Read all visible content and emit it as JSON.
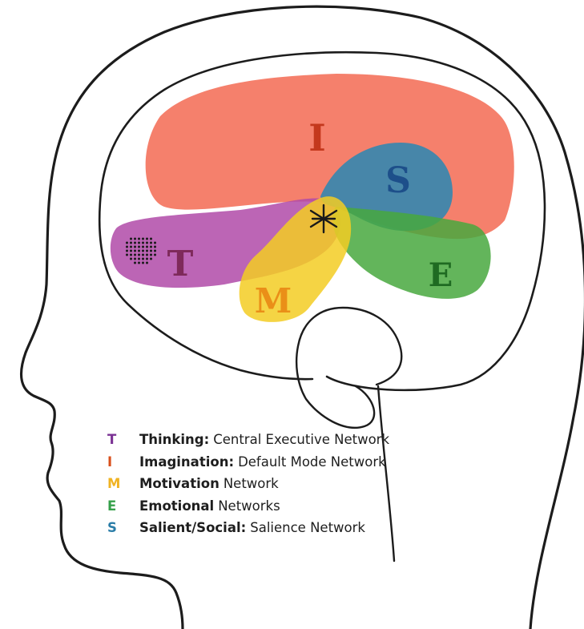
{
  "regions": {
    "imagination": {
      "letter": "I",
      "color": "#f36a52",
      "letter_color": "#c4381d"
    },
    "salience": {
      "letter": "S",
      "color": "#2f86b2",
      "letter_color": "#1d4f8a"
    },
    "emotional": {
      "letter": "E",
      "color": "#48a83e",
      "letter_color": "#1f6b22"
    },
    "motivation": {
      "letter": "M",
      "color": "#f3cd23",
      "letter_color": "#ea8f18"
    },
    "thinking": {
      "letter": "T",
      "color": "#b04aa8",
      "letter_color": "#7e2a5a"
    }
  },
  "legend": [
    {
      "letter": "T",
      "color": "#7b3294",
      "term": "Thinking",
      "sep": ":",
      "desc": "Central Executive Network"
    },
    {
      "letter": "I",
      "color": "#d9501c",
      "term": "Imagination",
      "sep": ":",
      "desc": "Default Mode Network"
    },
    {
      "letter": "M",
      "color": "#f0b323",
      "term": "Motivation",
      "sep": "",
      "desc": "Network"
    },
    {
      "letter": "E",
      "color": "#35a04a",
      "term": "Emotional",
      "sep": "",
      "desc": "Networks"
    },
    {
      "letter": "S",
      "color": "#2b7da8",
      "term": "Salient/Social",
      "sep": ":",
      "desc": "Salience Network"
    }
  ]
}
